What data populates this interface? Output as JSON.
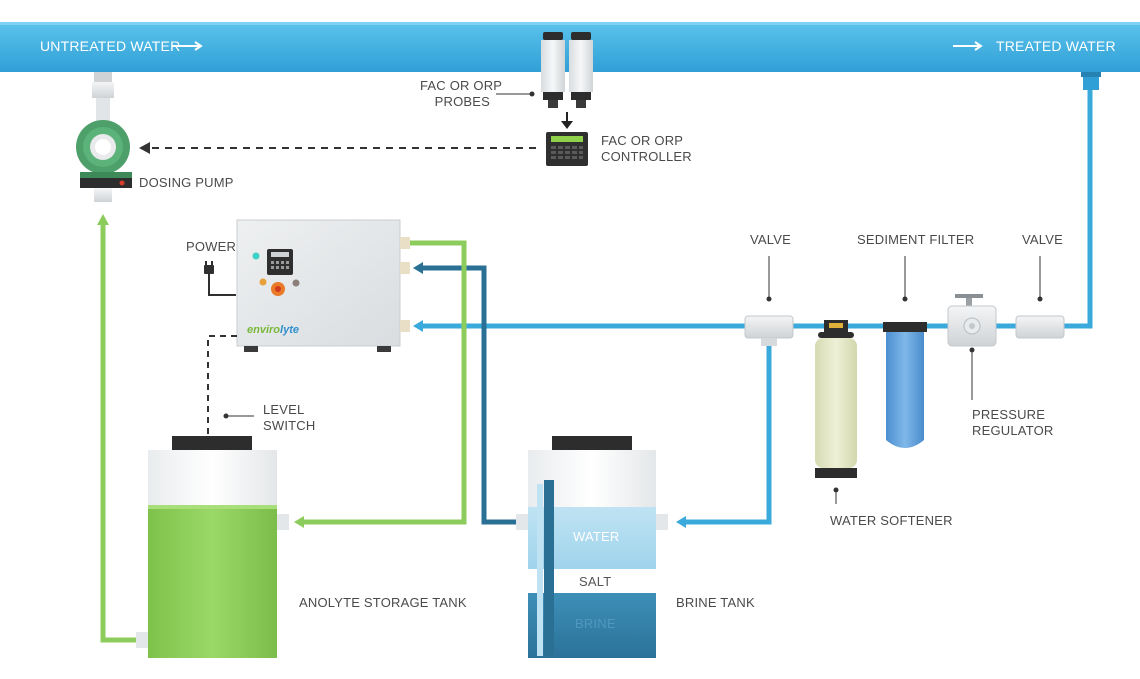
{
  "pipeline": {
    "untreated_label": "UNTREATED WATER",
    "treated_label": "TREATED WATER"
  },
  "labels": {
    "probes_line1": "FAC OR ORP",
    "probes_line2": "PROBES",
    "controller_line1": "FAC OR ORP",
    "controller_line2": "CONTROLLER",
    "dosing_pump": "DOSING PUMP",
    "power": "POWER",
    "valve_left": "VALVE",
    "sediment_filter": "SEDIMENT FILTER",
    "valve_right": "VALVE",
    "level_line1": "LEVEL",
    "level_line2": "SWITCH",
    "pressure_line1": "PRESSURE",
    "pressure_line2": "REGULATOR",
    "water_softener": "WATER SOFTENER",
    "anolyte_tank": "ANOLYTE STORAGE TANK",
    "brine_tank": "BRINE TANK"
  },
  "brine_layers": {
    "water": "WATER",
    "salt": "SALT",
    "brine": "BRINE"
  },
  "logo": "envirolyte",
  "colors": {
    "water_blue": "#3aa9dc",
    "dark_blue": "#2a7094",
    "anolyte_green": "#8ccc5c",
    "pump_green": "#4da06a"
  }
}
